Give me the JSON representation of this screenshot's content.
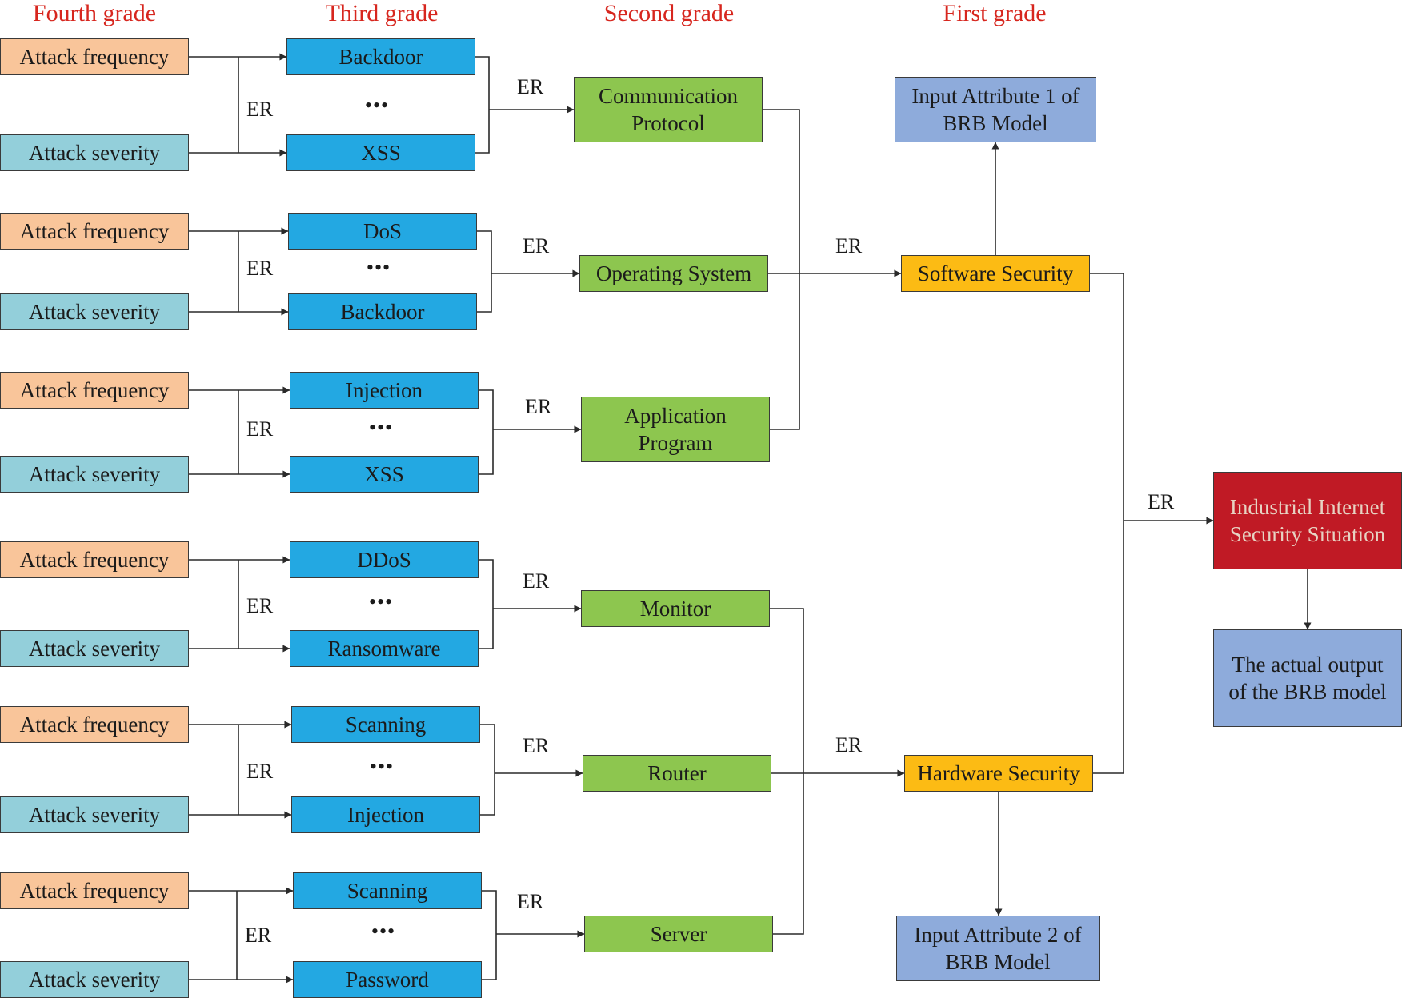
{
  "headers": {
    "fourth": "Fourth grade",
    "third": "Third grade",
    "second": "Second grade",
    "first": "First grade"
  },
  "groups": [
    {
      "freq": "Attack frequency",
      "sev": "Attack severity",
      "er": "ER",
      "top": "Backdoor",
      "dots": "•••",
      "bottom": "XSS",
      "er2": "ER",
      "target": "Communication Protocol"
    },
    {
      "freq": "Attack frequency",
      "sev": "Attack severity",
      "er": "ER",
      "top": "DoS",
      "dots": "•••",
      "bottom": "Backdoor",
      "er2": "ER",
      "target": "Operating System"
    },
    {
      "freq": "Attack frequency",
      "sev": "Attack severity",
      "er": "ER",
      "top": "Injection",
      "dots": "•••",
      "bottom": "XSS",
      "er2": "ER",
      "target": "Application Program"
    },
    {
      "freq": "Attack frequency",
      "sev": "Attack severity",
      "er": "ER",
      "top": "DDoS",
      "dots": "•••",
      "bottom": "Ransomware",
      "er2": "ER",
      "target": "Monitor"
    },
    {
      "freq": "Attack frequency",
      "sev": "Attack severity",
      "er": "ER",
      "top": "Scanning",
      "dots": "•••",
      "bottom": "Injection",
      "er2": "ER",
      "target": "Router"
    },
    {
      "freq": "Attack frequency",
      "sev": "Attack severity",
      "er": "ER",
      "top": "Scanning",
      "dots": "•••",
      "bottom": "Password",
      "er2": "ER",
      "target": "Server"
    }
  ],
  "first": {
    "software": "Software Security",
    "hardware": "Hardware Security",
    "er_software": "ER",
    "er_hardware": "ER",
    "input1": "Input Attribute 1 of BRB Model",
    "input2": "Input Attribute 2 of BRB Model"
  },
  "final": {
    "er": "ER",
    "situation": "Industrial Internet Security Situation",
    "output": "The actual output of the BRB model"
  },
  "colors": {
    "header_text": "#d7261e",
    "attack_frequency": "#f9c59a",
    "attack_severity": "#93cfda",
    "attack_type": "#23a8e2",
    "component": "#8dc64f",
    "first_grade": "#fcbb14",
    "input_attribute": "#8eabdb",
    "situation": "#c01a25"
  }
}
